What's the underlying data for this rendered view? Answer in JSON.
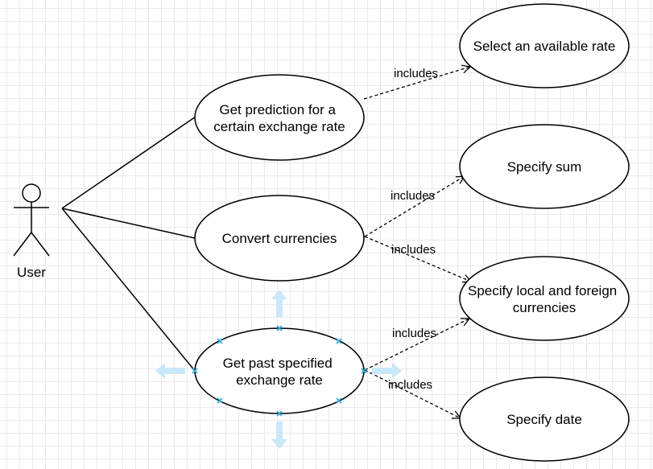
{
  "actor": {
    "label": "User"
  },
  "use_cases": {
    "prediction": {
      "lines": [
        "Get prediction for a",
        "certain exchange rate"
      ]
    },
    "convert": {
      "lines": [
        "Convert currencies"
      ]
    },
    "past": {
      "lines": [
        "Get past specified",
        "exchange rate"
      ]
    },
    "select_rate": {
      "lines": [
        "Select an available rate"
      ]
    },
    "specify_sum": {
      "lines": [
        "Specify sum"
      ]
    },
    "specify_currencies": {
      "lines": [
        "Specify local and foreign",
        "currencies"
      ]
    },
    "specify_date": {
      "lines": [
        "Specify date"
      ]
    }
  },
  "relations": {
    "pred_select": {
      "label": "includes"
    },
    "conv_sum": {
      "label": "includes"
    },
    "conv_curr": {
      "label": "includes"
    },
    "past_curr": {
      "label": "includes"
    },
    "past_date": {
      "label": "includes"
    }
  },
  "colors": {
    "stroke": "#000000",
    "selection_handle": "#29a8e0",
    "connect_arrow": "#c9e8f9"
  }
}
